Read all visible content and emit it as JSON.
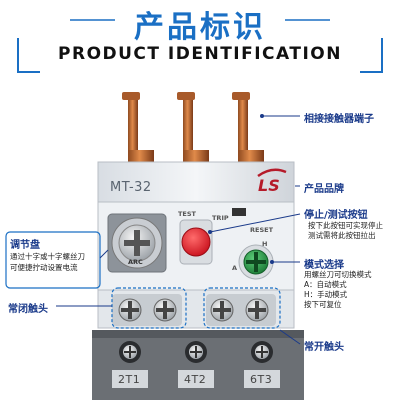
{
  "header": {
    "title_cn": "产品标识",
    "title_en": "PRODUCT IDENTIFICATION"
  },
  "device": {
    "model": "MT-32",
    "brand": "LS",
    "test_label": "TEST",
    "trip_label": "TRIP",
    "reset_label": "RESET",
    "h_label": "H",
    "a_label": "A",
    "dial_text": "ARC",
    "terminal_labels": [
      "2T1",
      "4T2",
      "6T3"
    ]
  },
  "callouts": {
    "terminal": "相接接触器端子",
    "brand": "产品品牌",
    "stop_test": "停止/测试按钮",
    "stop_test_desc": [
      "按下此按钮可实现停止",
      "测试需将此按钮拉出"
    ],
    "mode": "模式选择",
    "mode_desc": [
      "用螺丝刀可切换模式",
      "A：自动模式",
      "H：手动模式",
      "按下可复位"
    ],
    "dial": "调节盘",
    "dial_desc": [
      "通过十字或十字螺丝刀",
      "可便捷拧动设置电流"
    ],
    "nc_contact": "常闭触头",
    "no_contact": "常开触头"
  },
  "colors": {
    "accent_blue": "#1a6fc4",
    "label_blue": "#1a3a8a",
    "test_button_red": "#e3202c",
    "reset_button_green": "#2a9a4a",
    "copper": "#c9713a"
  }
}
